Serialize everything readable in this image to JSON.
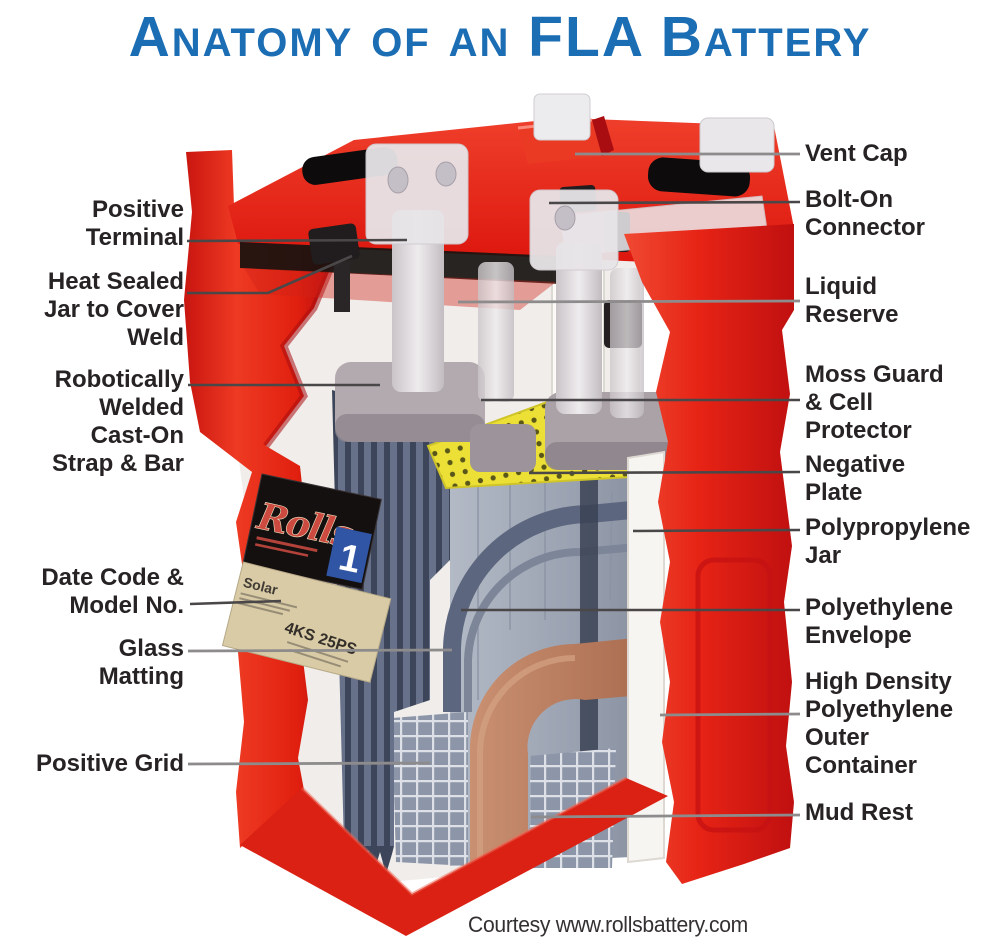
{
  "title": {
    "text": "Anatomy of an FLA Battery"
  },
  "labels": {
    "left": [
      {
        "id": "positive-terminal",
        "text": "Positive\nTerminal"
      },
      {
        "id": "heat-sealed-weld",
        "text": "Heat Sealed\nJar to Cover\nWeld"
      },
      {
        "id": "robotically-welded",
        "text": "Robotically\nWelded\nCast-On\nStrap & Bar"
      },
      {
        "id": "date-code-model",
        "text": "Date Code &\nModel No."
      },
      {
        "id": "glass-matting",
        "text": "Glass\nMatting"
      },
      {
        "id": "positive-grid",
        "text": "Positive Grid"
      }
    ],
    "right": [
      {
        "id": "vent-cap",
        "text": "Vent Cap"
      },
      {
        "id": "bolt-on-connector",
        "text": "Bolt-On\nConnector"
      },
      {
        "id": "liquid-reserve",
        "text": "Liquid\nReserve"
      },
      {
        "id": "moss-guard",
        "text": "Moss Guard\n& Cell\nProtector"
      },
      {
        "id": "negative-plate",
        "text": "Negative\nPlate"
      },
      {
        "id": "polypropylene-jar",
        "text": "Polypropylene\nJar"
      },
      {
        "id": "polyethylene-envelope",
        "text": "Polyethylene\nEnvelope"
      },
      {
        "id": "hdpe-outer-container",
        "text": "High Density\nPolyethylene\nOuter\nContainer"
      },
      {
        "id": "mud-rest",
        "text": "Mud Rest"
      }
    ]
  },
  "battery_label": {
    "brand": "Rolls",
    "series_number": "1",
    "line1": "Solar",
    "model": "4KS 25PS"
  },
  "footer": {
    "credit": "Courtesy www.rollsbattery.com"
  },
  "colors": {
    "title_blue": "#1b6db4",
    "label_text": "#272324",
    "container_red": "#e6281b",
    "container_red_dark": "#bd1114",
    "moss_guard_yellow": "#ecdf35",
    "plate_slate": "#646e86",
    "negative_plate_gray": "#a2aab8",
    "copper": "#b5795b",
    "leader_dark": "#4a4748",
    "leader_gray": "#8d8b8c"
  }
}
